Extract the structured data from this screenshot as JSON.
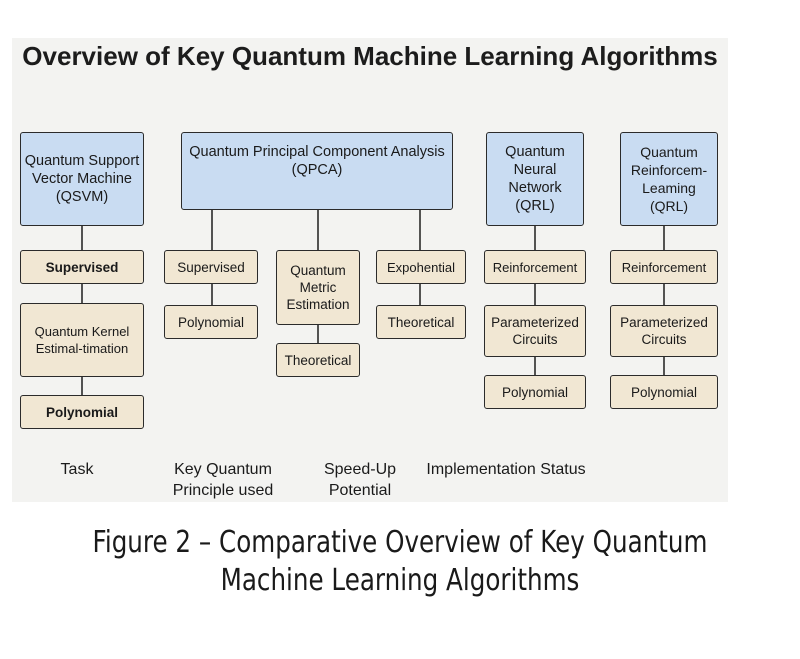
{
  "title": "Overview of Key Quantum Machine Learning Algorithms",
  "columns": [
    {
      "header": "Quantum Support Vector Machine (QSVM)",
      "cells": [
        "Supervised",
        "Quantum Kernel Estimal-timation",
        "Polynomial"
      ]
    },
    {
      "header": "Quantum Principal Component Analysis (QPCA)",
      "branches": [
        {
          "cells": [
            "Supervised",
            "Polynomial"
          ]
        },
        {
          "cells": [
            "Quantum Metric Estimation",
            "Theoretical"
          ]
        },
        {
          "cells": [
            "Expohential",
            "Theoretical"
          ]
        }
      ]
    },
    {
      "header": "Quantum Neural Network (QRL)",
      "cells": [
        "Reinforcement",
        "Parameterized Circuits",
        "Polynomial"
      ]
    },
    {
      "header": "Quantum Reinforcem-Leaming (QRL)",
      "cells": [
        "Reinforcement",
        "Parameterized Circuits",
        "Polynomial"
      ]
    }
  ],
  "row_labels": [
    "Task",
    "Key Quantum Principle used",
    "Speed-Up Potential",
    "Implementation Status"
  ],
  "caption": "Figure 2 – Comparative Overview of Key Quantum Machine Learning Algorithms"
}
